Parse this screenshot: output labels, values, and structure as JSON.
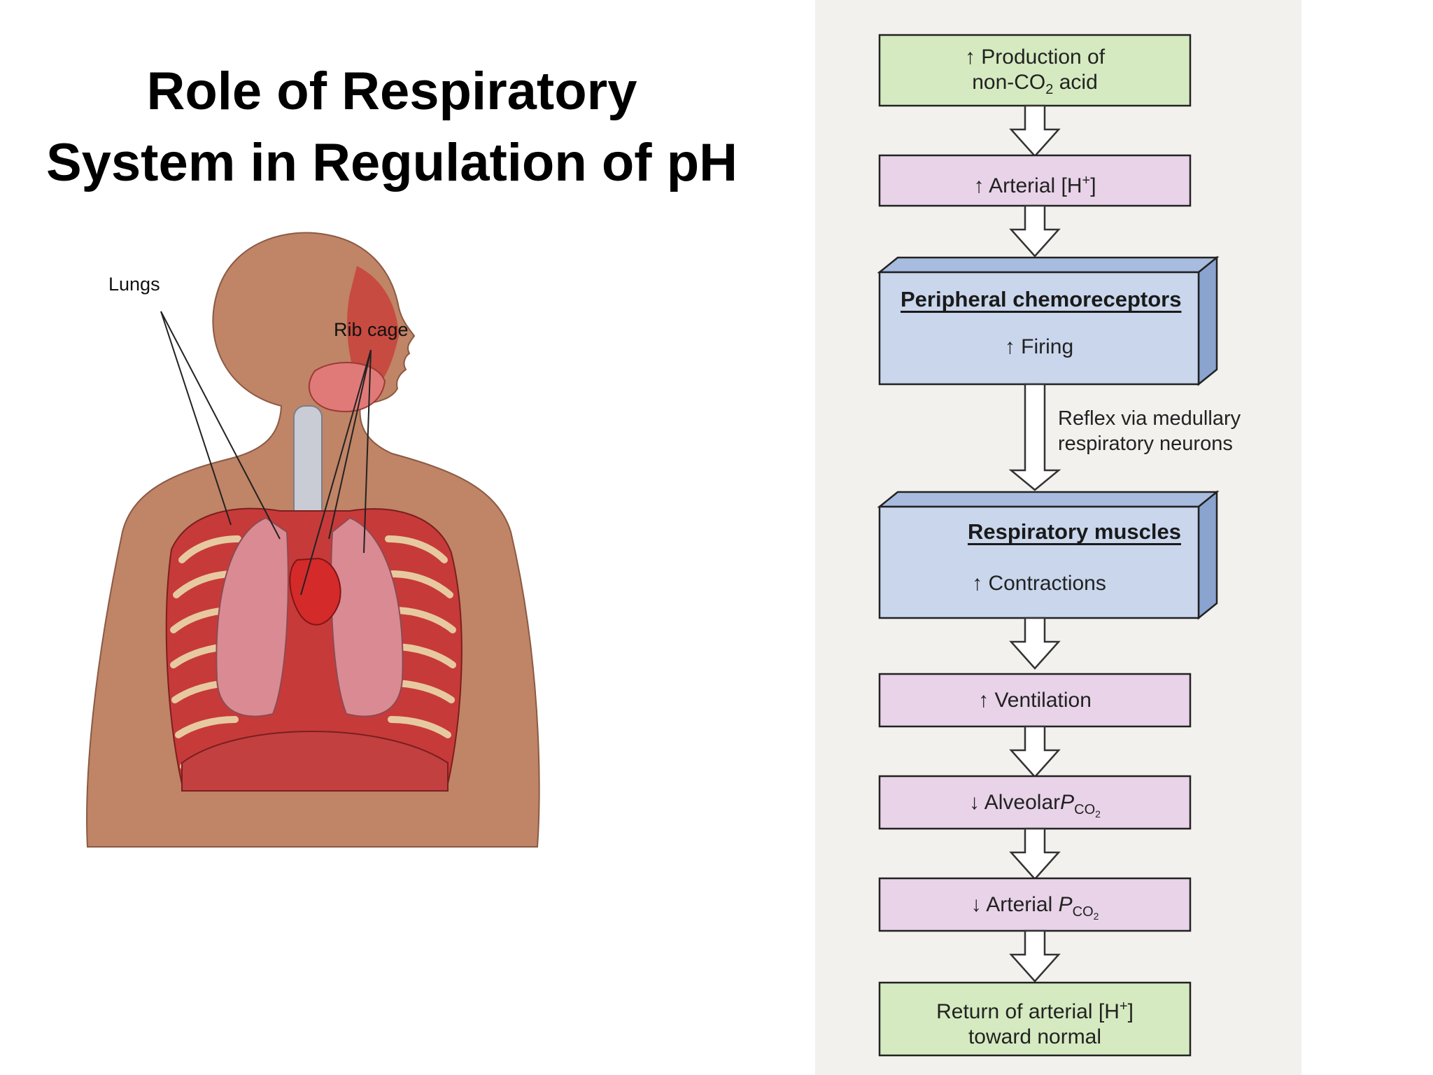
{
  "title": {
    "line1": "Role  of Respiratory",
    "line2": "System in Regulation of pH"
  },
  "illustration": {
    "label_lungs": "Lungs",
    "label_rib_cage": "Rib cage"
  },
  "flowchart": {
    "box1": {
      "arrow": "↑",
      "line1": "Production of",
      "line2_prefix": "non-CO",
      "line2_sub": "2",
      "line2_suffix": " acid"
    },
    "box2": {
      "arrow": "↑",
      "text": "Arterial [H",
      "sup": "+",
      "suffix": "]"
    },
    "box3": {
      "heading": "Peripheral chemoreceptors",
      "arrow": "↑",
      "text": "Firing"
    },
    "reflex_note": {
      "line1": "Reflex via medullary",
      "line2": "respiratory neurons"
    },
    "box4": {
      "heading": "Respiratory muscles",
      "arrow": "↑",
      "text": "Contractions"
    },
    "box5": {
      "arrow": "↑",
      "text": "Ventilation"
    },
    "box6": {
      "arrow": "↓",
      "text": "Alveolar",
      "var": "P",
      "sub": "CO",
      "subsub": "2"
    },
    "box7": {
      "arrow": "↓",
      "text": "Arterial ",
      "var": "P",
      "sub": "CO",
      "subsub": "2"
    },
    "box8": {
      "line1_prefix": "Return of arterial [H",
      "line1_sup": "+",
      "line1_suffix": "]",
      "line2": "toward normal"
    }
  },
  "colors": {
    "green_box": "#d5eac0",
    "pink_box": "#e8d3e8",
    "blue_box": "#c9d6ec",
    "blue_side": "#8aa4cf",
    "panel_bg": "#f2f1ee",
    "skin": "#c08466"
  }
}
